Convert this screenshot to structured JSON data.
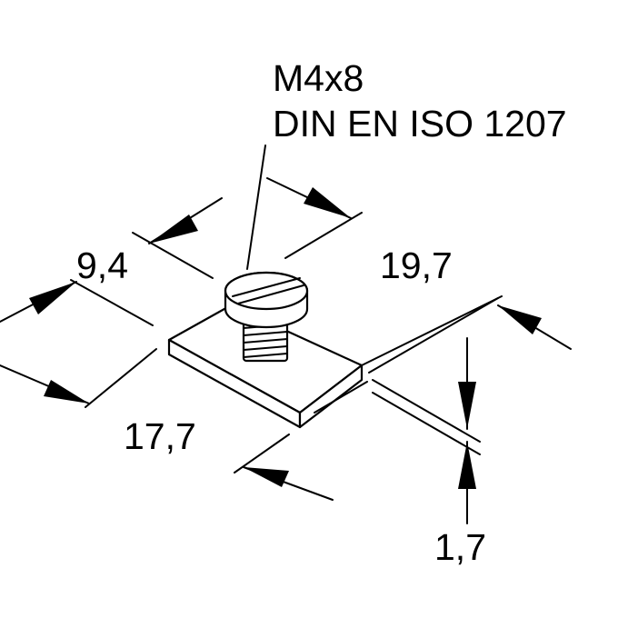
{
  "screw": {
    "size": "M4x8",
    "standard": "DIN EN ISO 1207"
  },
  "dimensions": {
    "width_small": "9,4",
    "length_top": "19,7",
    "length_bottom": "17,7",
    "thickness": "1,7"
  },
  "colors": {
    "line": "#000000",
    "background": "#ffffff"
  }
}
